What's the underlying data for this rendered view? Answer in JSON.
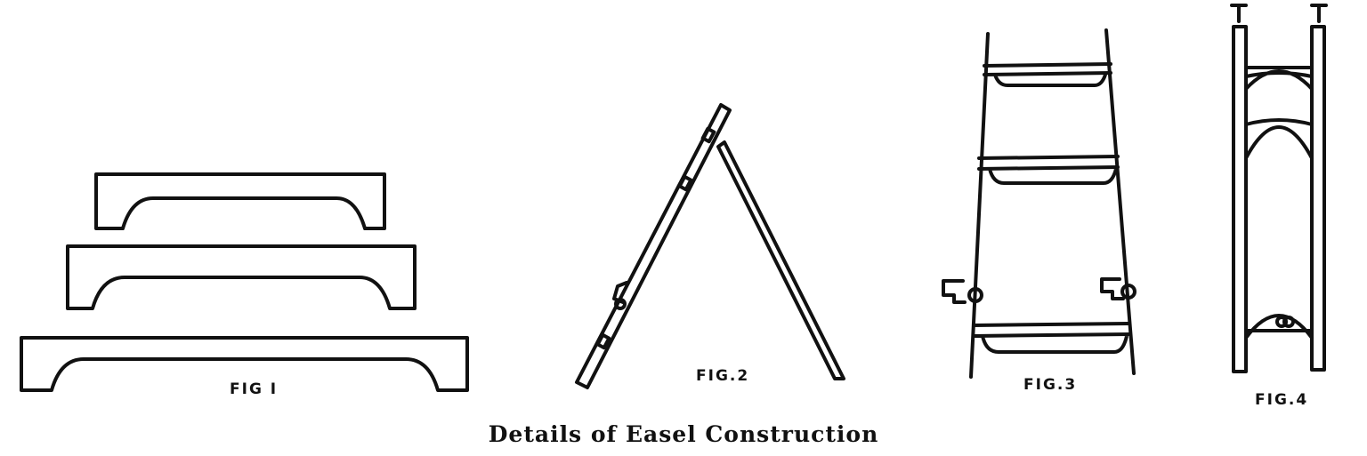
{
  "figure": {
    "labels": {
      "fig1": "FIG I",
      "fig2": "FIG.2",
      "fig3": "FIG.3",
      "fig4": "FIG.4"
    },
    "caption": "Details of Easel Construction"
  },
  "colors": {
    "ink": "#111111",
    "paper": "#ffffff"
  }
}
